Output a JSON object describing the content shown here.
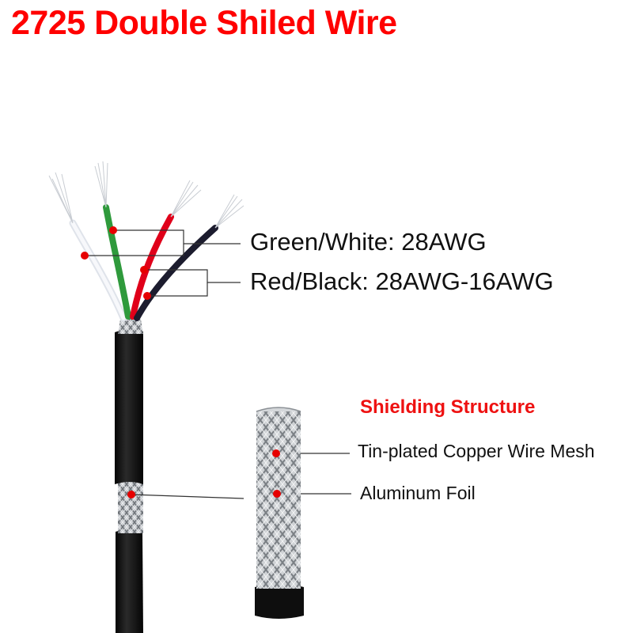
{
  "title": "2725 Double Shiled Wire",
  "labels": {
    "green_white": "Green/White: 28AWG",
    "red_black": "Red/Black: 28AWG-16AWG",
    "shielding_structure": "Shielding Structure",
    "mesh": "Tin-plated Copper Wire Mesh",
    "foil": "Aluminum Foil"
  },
  "colors": {
    "title": "#ff0000",
    "marker": "#e60000",
    "wire_white": "#f2f4f8",
    "wire_green": "#2f9a3c",
    "wire_red": "#e0001a",
    "wire_black": "#1c1c2e",
    "jacket": "#111111",
    "braid": "#b8bcc0"
  }
}
